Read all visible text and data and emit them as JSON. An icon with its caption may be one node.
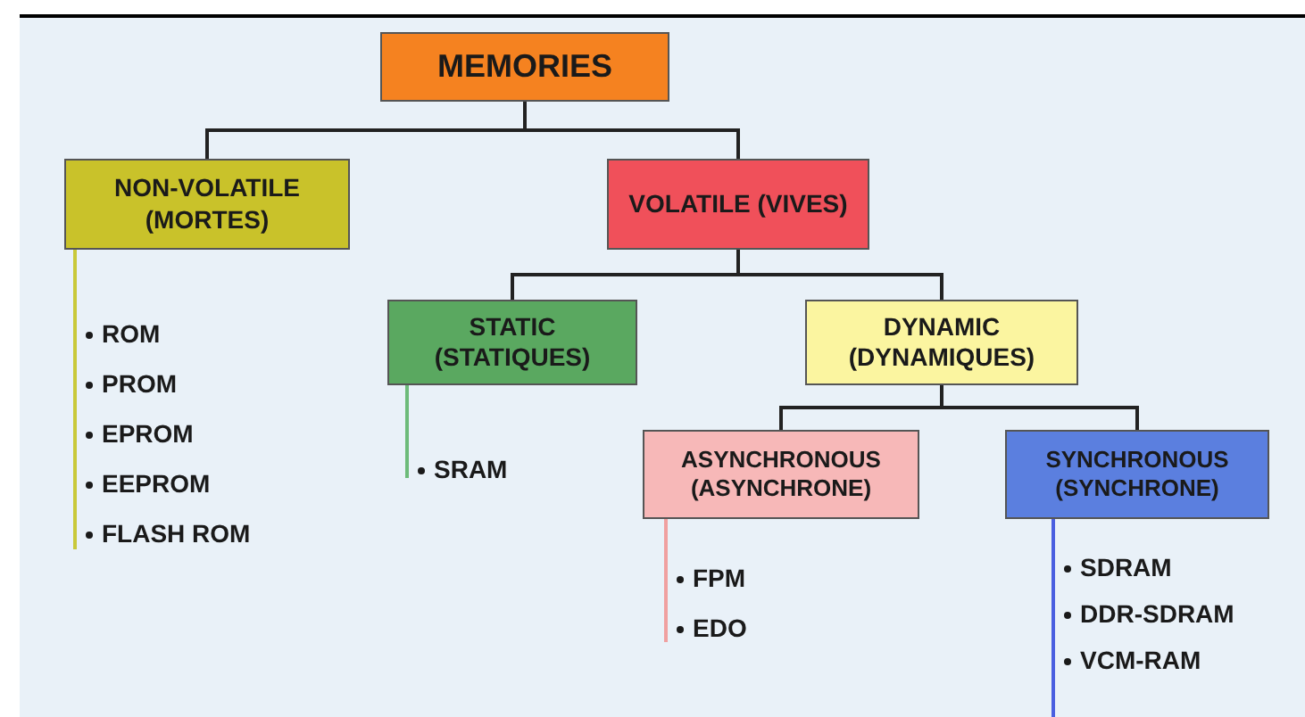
{
  "diagram": {
    "nodes": [
      {
        "text": [
          "MEMORIES"
        ]
      },
      {
        "text": [
          "NON-VOLATILE (MORTES)"
        ],
        "beside": [
          "ROM",
          "PROM",
          "EPROM",
          "EEPROM",
          "FLASH ROM"
        ]
      },
      {
        "text": [
          "VOLATILE (VIVES)"
        ]
      },
      {
        "text": [
          "STATIC (STATIQUES)"
        ],
        "beside": [
          "SRAM"
        ]
      },
      {
        "text": [
          "DYNAMIC (DYNAMIQUES)"
        ]
      },
      {
        "text": [
          "ASYNCHRONOUS (ASYNCHRONE)"
        ],
        "beside": [
          "FPM",
          "EDO"
        ]
      },
      {
        "text": [
          "SYNCHRONOUS (SYNCHRONE)"
        ],
        "beside": [
          "SDRAM",
          "DDR-SDRAM",
          "VCM-RAM"
        ]
      }
    ],
    "edges": [
      {
        "from": 0,
        "to": 1,
        "arrow": "none"
      },
      {
        "from": 0,
        "to": 2,
        "arrow": "none"
      },
      {
        "from": 2,
        "to": 3,
        "arrow": "none"
      },
      {
        "from": 2,
        "to": 4,
        "arrow": "none"
      },
      {
        "from": 4,
        "to": 5,
        "arrow": "none"
      },
      {
        "from": 4,
        "to": 6,
        "arrow": "none"
      }
    ]
  }
}
